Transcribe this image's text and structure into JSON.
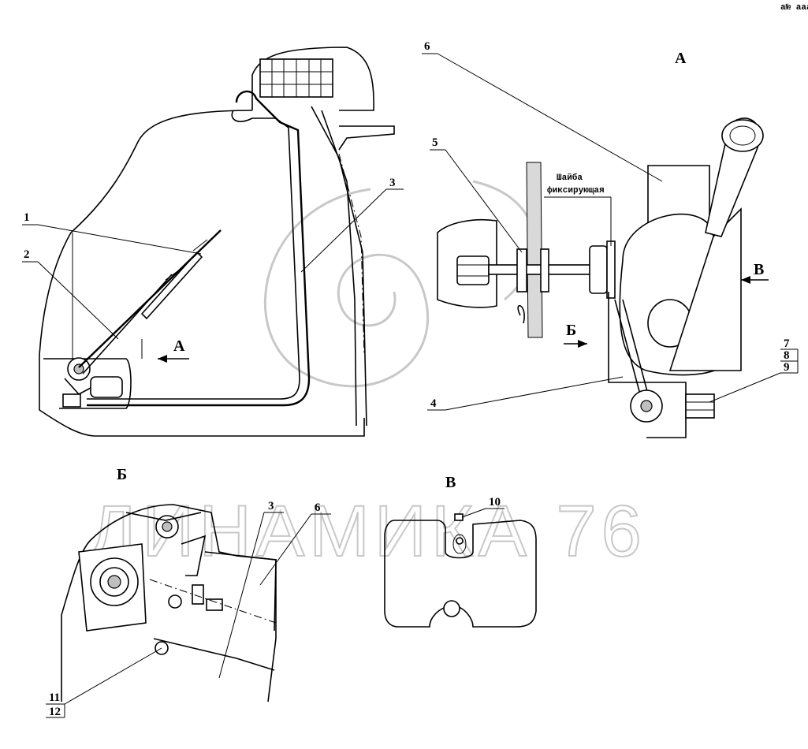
{
  "corner_mark": "a№ ааа",
  "watermark": "ДИНАМИКА 76",
  "view_letters": {
    "a_title": "А",
    "a_arrow": "А",
    "b_arrow": "Б",
    "v_arrow": "В",
    "b_title": "Б",
    "v_title": "В"
  },
  "callouts": {
    "c1": "1",
    "c2": "2",
    "c3": "3",
    "c4": "4",
    "c5": "5",
    "c6": "6",
    "c7": "7",
    "c8": "8",
    "c9": "9",
    "c10": "10",
    "c11": "11",
    "c12": "12",
    "c3b": "3",
    "c6b": "6"
  },
  "washer_note": {
    "line1": "Шайба",
    "line2": "фиксирующая"
  }
}
